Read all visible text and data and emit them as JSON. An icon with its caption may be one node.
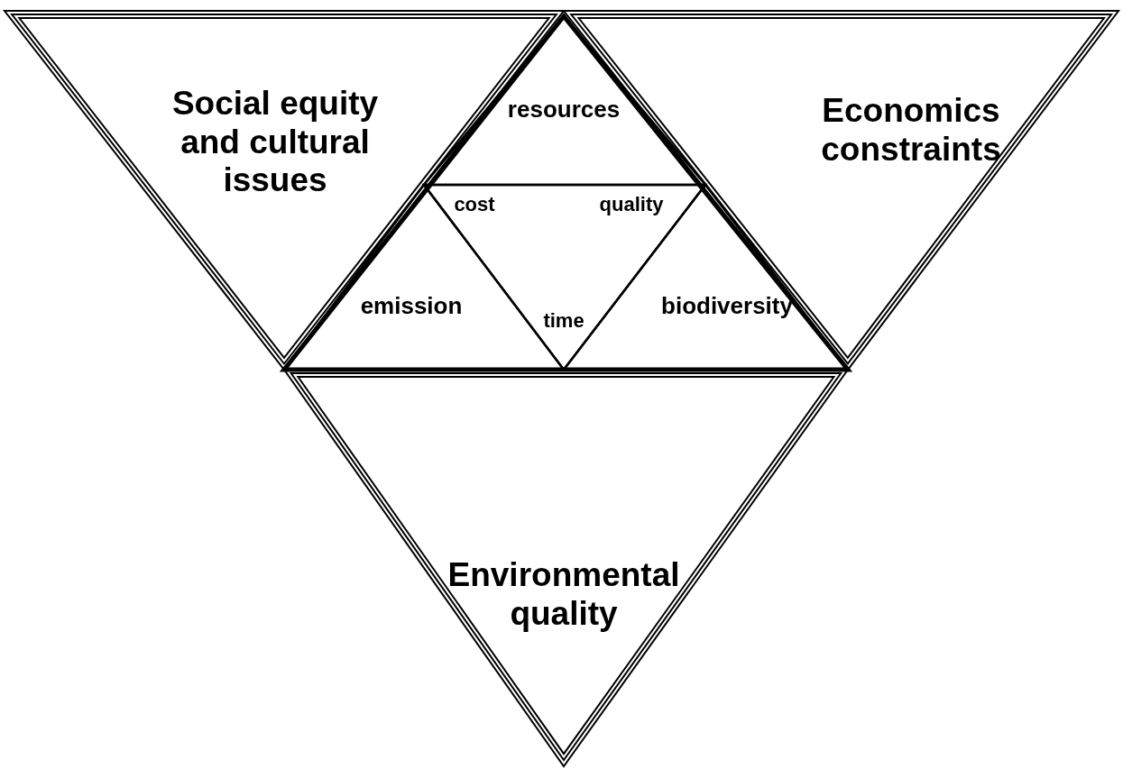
{
  "diagram": {
    "nodes": [
      {
        "text": [
          "Social equity and cultural issues"
        ]
      },
      {
        "text": [],
        "shape": "triangle"
      },
      {
        "text": [
          "resources"
        ],
        "in": 1
      },
      {
        "text": [
          "cost",
          "quality",
          "time"
        ],
        "in": 1
      },
      {
        "text": [
          "emission"
        ],
        "in": 1
      },
      {
        "text": [
          "biodiversity"
        ],
        "in": 1
      },
      {
        "text": [
          "Economics constraints"
        ]
      },
      {
        "text": [
          "Environmental quality"
        ]
      }
    ],
    "edges": []
  }
}
